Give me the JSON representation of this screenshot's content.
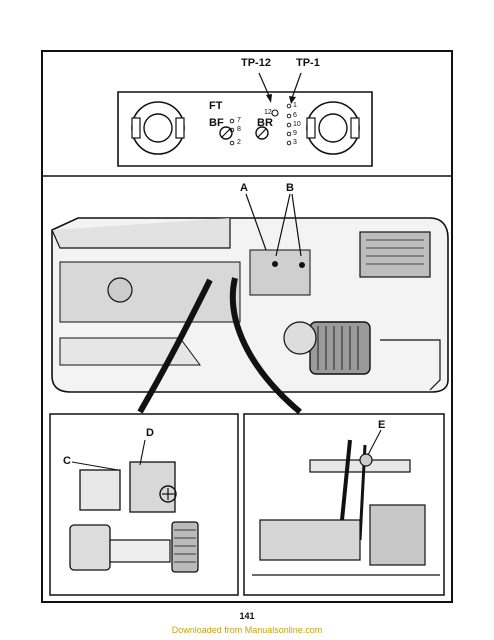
{
  "panel": {
    "tp12": "TP-12",
    "tp1": "TP-1",
    "ft": "FT",
    "bf": "BF",
    "br": "BR",
    "n12": "12",
    "n7": "7",
    "n8": "8",
    "n2": "2",
    "n1": "1",
    "n6": "6",
    "n10": "10",
    "n9": "9",
    "n3": "3"
  },
  "callouts": {
    "a": "A",
    "b": "B",
    "c": "C",
    "d": "D",
    "e": "E"
  },
  "page_number": "141",
  "footer": "Downloaded from Manualsonline.com"
}
